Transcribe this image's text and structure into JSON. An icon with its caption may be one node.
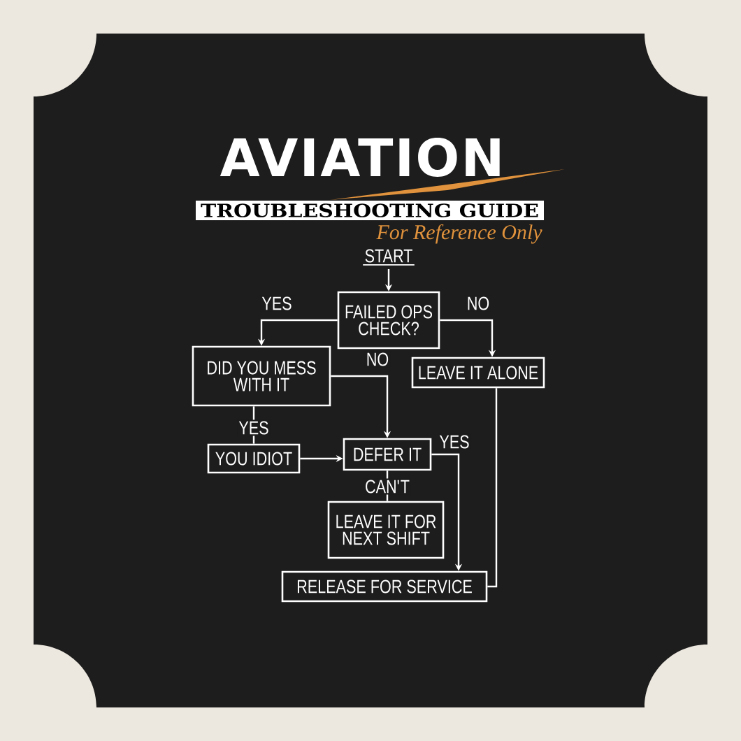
{
  "diagram": {
    "title": "AVIATION",
    "nodes": [
      {
        "text": [
          "START"
        ]
      },
      {
        "text": [
          "FAILED OPS CHECK?"
        ]
      },
      {
        "text": [
          "DID YOU MESS WITH IT"
        ]
      },
      {
        "text": [
          "LEAVE IT ALONE"
        ]
      },
      {
        "text": [
          "YOU IDIOT"
        ]
      },
      {
        "text": [
          "DEFER IT"
        ]
      },
      {
        "text": [
          "LEAVE IT FOR NEXT SHIFT"
        ]
      },
      {
        "text": [
          "RELEASE FOR SERVICE"
        ]
      }
    ],
    "edges": [
      {
        "from": 0,
        "to": 1,
        "arrow": "to"
      },
      {
        "from": 1,
        "to": 2,
        "arrow": "to",
        "label": "YES"
      },
      {
        "from": 1,
        "to": 3,
        "arrow": "to",
        "label": "NO"
      },
      {
        "from": 2,
        "to": 5,
        "arrow": "to",
        "label": "NO"
      },
      {
        "from": 2,
        "to": 4,
        "arrow": "none",
        "label": "YES"
      },
      {
        "from": 4,
        "to": 5,
        "arrow": "to"
      },
      {
        "from": 5,
        "to": 7,
        "arrow": "to",
        "label": "YES"
      },
      {
        "from": 5,
        "to": 6,
        "arrow": "none",
        "label": "CAN'T"
      },
      {
        "from": 3,
        "to": 7,
        "arrow": "none"
      }
    ],
    "labels": [
      "TROUBLESHOOTING GUIDE",
      "For Reference Only"
    ]
  }
}
